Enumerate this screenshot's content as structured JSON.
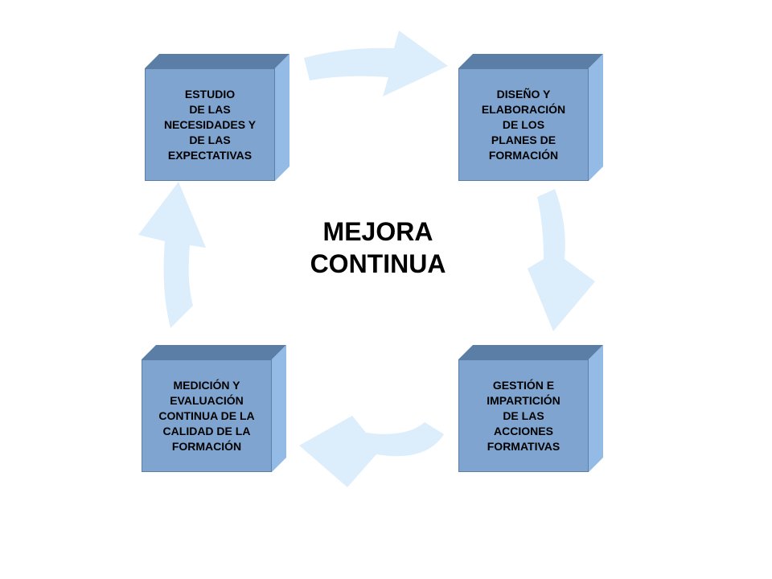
{
  "diagram": {
    "center_title": "MEJORA\nCONTINUA",
    "stages": [
      {
        "id": "estudio",
        "label": "ESTUDIO\nDE LAS\nNECESIDADES Y\nDE LAS\nEXPECTATIVAS"
      },
      {
        "id": "diseno",
        "label": "DISEÑO Y\nELABORACIÓN\nDE LOS\nPLANES DE\nFORMACIÓN"
      },
      {
        "id": "gestion",
        "label": "GESTIÓN E\nIMPARTICIÓN\nDE LAS\nACCIONES\nFORMATIVAS"
      },
      {
        "id": "medicion",
        "label": "MEDICIÓN Y\nEVALUACIÓN\nCONTINUA DE LA\nCALIDAD DE LA\nFORMACIÓN"
      }
    ],
    "colors": {
      "box_front": "#7ea4cf",
      "box_top": "#5b7ea6",
      "box_side": "#94bbe6",
      "arrow_fill": "#dcedfb"
    }
  }
}
